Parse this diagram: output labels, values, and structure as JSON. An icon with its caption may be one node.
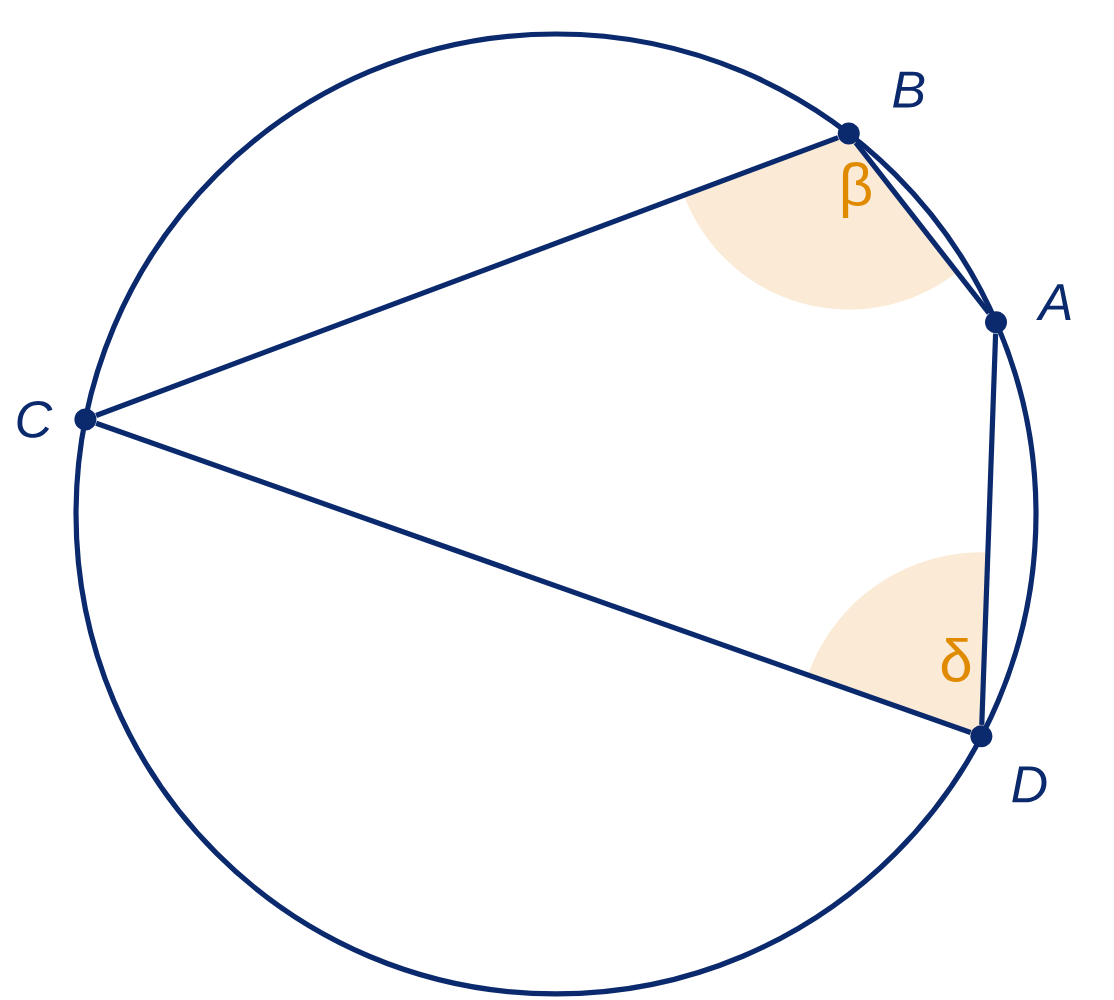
{
  "diagram": {
    "nodes": [
      {
        "text": [],
        "shape": "circle",
        "beside": [
          "B"
        ]
      },
      {
        "text": [],
        "shape": "circle",
        "beside": [
          "A"
        ]
      },
      {
        "text": [],
        "shape": "circle",
        "beside": [
          "C"
        ]
      },
      {
        "text": [],
        "shape": "circle",
        "beside": [
          "D"
        ]
      }
    ],
    "edges": [
      {
        "from": 2,
        "to": 0,
        "arrow": "none"
      },
      {
        "from": 0,
        "to": 1,
        "arrow": "none"
      },
      {
        "from": 1,
        "to": 3,
        "arrow": "none"
      },
      {
        "from": 3,
        "to": 2,
        "arrow": "none"
      }
    ],
    "labels": [
      "β",
      "δ"
    ]
  }
}
